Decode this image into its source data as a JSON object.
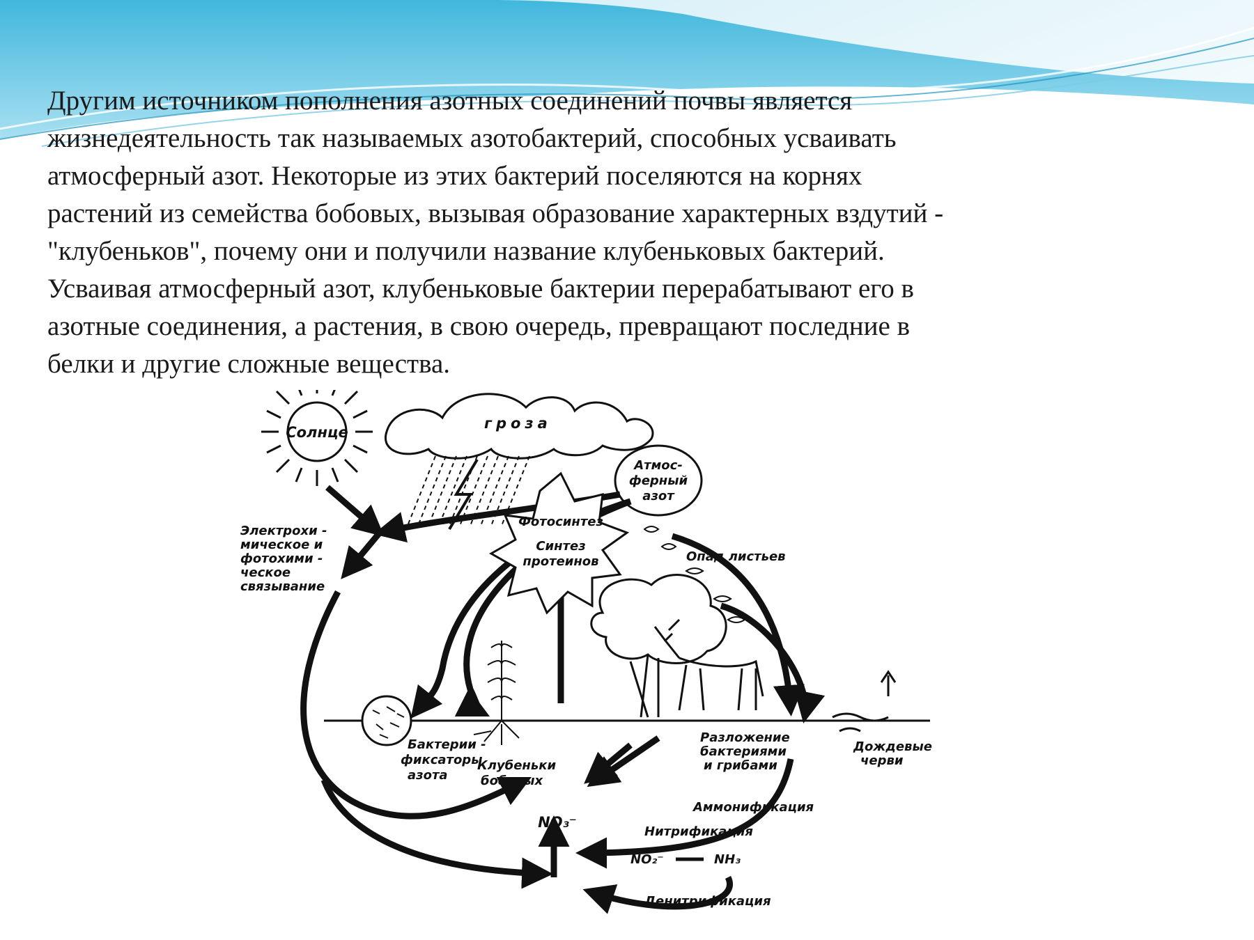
{
  "slide": {
    "paragraph_lines": [
      "Другим источником пополнения азотных соединений почвы является",
      "жизнедеятельность так называемых азотобактерий, способных усваивать",
      "атмосферный азот. Некоторые из этих бактерий поселяются на корнях",
      "растений из семейства бобовых, вызывая образование характерных вздутий -",
      "\"клубеньков\", почему они и получили название клубеньковых бактерий.",
      "Усваивая атмосферный азот, клубеньковые бактерии перерабатывают его в",
      "азотные соединения, а растения, в свою очередь, превращают последние в",
      "белки и другие сложные вещества."
    ]
  },
  "diagram": {
    "labels": {
      "sun": "Солнце",
      "storm": "гроза",
      "atmo_1": "Атмос-",
      "atmo_2": "ферный",
      "atmo_3": "азот",
      "electro_1": "Электрохи -",
      "electro_2": "мическое  и",
      "electro_3": "фотохими -",
      "electro_4": "ческое",
      "electro_5": "связывание",
      "photo": "Фотосинтез",
      "protein_1": "Синтез",
      "protein_2": "протеинов",
      "litter": "Опад листьев",
      "bacteria_1": "Бактерии -",
      "bacteria_2": "фиксаторы",
      "bacteria_3": "азота",
      "nodules_1": "Клубеньки",
      "nodules_2": "бобовых",
      "no3": "NO₃⁻",
      "decomp_1": "Разложение",
      "decomp_2": "бактериями",
      "decomp_3": "и грибами",
      "worms_1": "Дождевые",
      "worms_2": "черви",
      "ammon": "Аммонификация",
      "nitrif": "Нитрификация",
      "no2": "NO₂⁻",
      "nh3": "NH₃",
      "denitr": "Денитрификация"
    }
  },
  "colors": {
    "wave_light": "#d9f0f8",
    "wave_mid": "#8fd3ea",
    "wave_dark": "#2aa5cf",
    "text": "#1a1a1a",
    "ink": "#111111"
  }
}
